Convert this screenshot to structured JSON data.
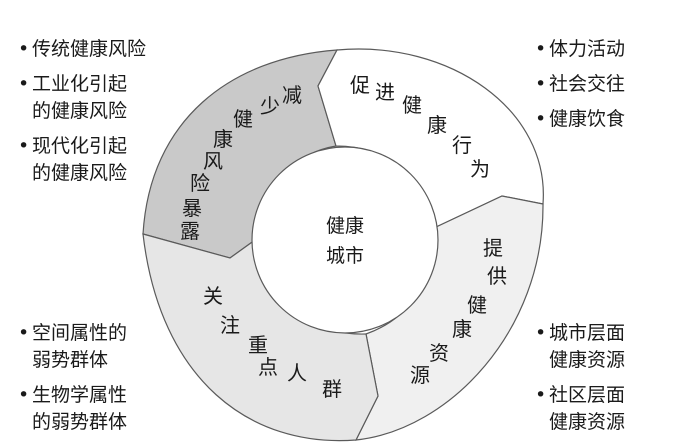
{
  "center": {
    "line1": "健康",
    "line2": "城市"
  },
  "segments": {
    "top_left": "减少健康风险暴露",
    "top_right": "促进健康行为",
    "bottom_right": "提供健康资源",
    "bottom_left": "关注重点人群"
  },
  "lists": {
    "top_left": [
      {
        "lines": [
          "传统健康风险"
        ]
      },
      {
        "lines": [
          "工业化引起",
          "的健康风险"
        ]
      },
      {
        "lines": [
          "现代化引起",
          "的健康风险"
        ]
      }
    ],
    "top_right": [
      {
        "lines": [
          "体力活动"
        ]
      },
      {
        "lines": [
          "社会交往"
        ]
      },
      {
        "lines": [
          "健康饮食"
        ]
      }
    ],
    "bottom_left": [
      {
        "lines": [
          "空间属性的",
          "弱势群体"
        ]
      },
      {
        "lines": [
          "生物学属性",
          "的弱势群体"
        ]
      }
    ],
    "bottom_right": [
      {
        "lines": [
          "城市层面",
          "健康资源"
        ]
      },
      {
        "lines": [
          "社区层面",
          "健康资源"
        ]
      }
    ]
  }
}
